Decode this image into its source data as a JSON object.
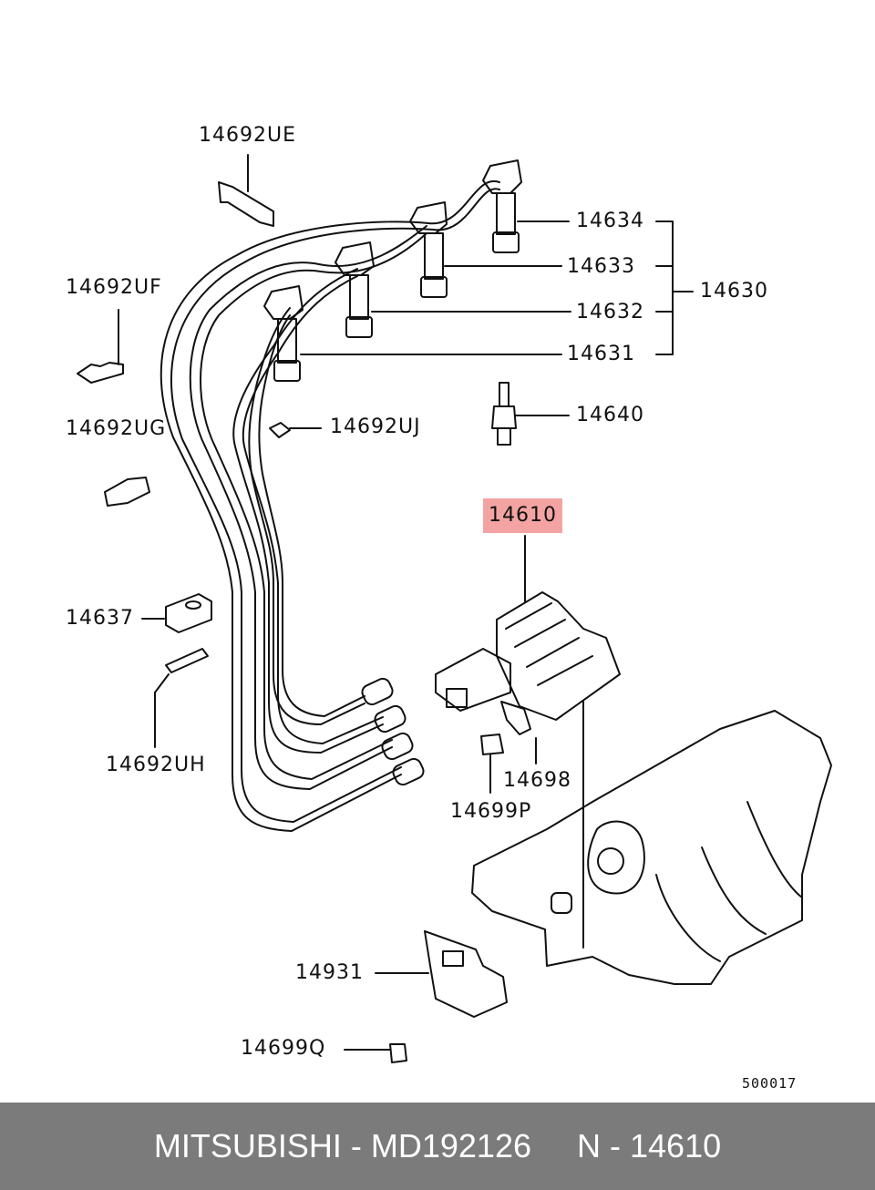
{
  "labels": {
    "l14692UE": "14692UE",
    "l14634": "14634",
    "l14633": "14633",
    "l14630": "14630",
    "l14632": "14632",
    "l14631": "14631",
    "l14692UF": "14692UF",
    "l14640": "14640",
    "l14692UG": "14692UG",
    "l14692UJ": "14692UJ",
    "l14610": "14610",
    "l14637": "14637",
    "l14698": "14698",
    "l14692UH": "14692UH",
    "l14699P": "14699P",
    "l14931": "14931",
    "l14699Q": "14699Q"
  },
  "diagram_code": "500017",
  "footer": {
    "brand": "MITSUBISHI",
    "sep1": " - ",
    "part_number": "MD192126",
    "gap": "     ",
    "n_label": "N",
    "sep2": " - ",
    "ref": "14610"
  },
  "colors": {
    "highlight": "#f4a3a3",
    "footer_bg": "#7b7b7b",
    "footer_text": "#ffffff",
    "line": "#111111"
  }
}
